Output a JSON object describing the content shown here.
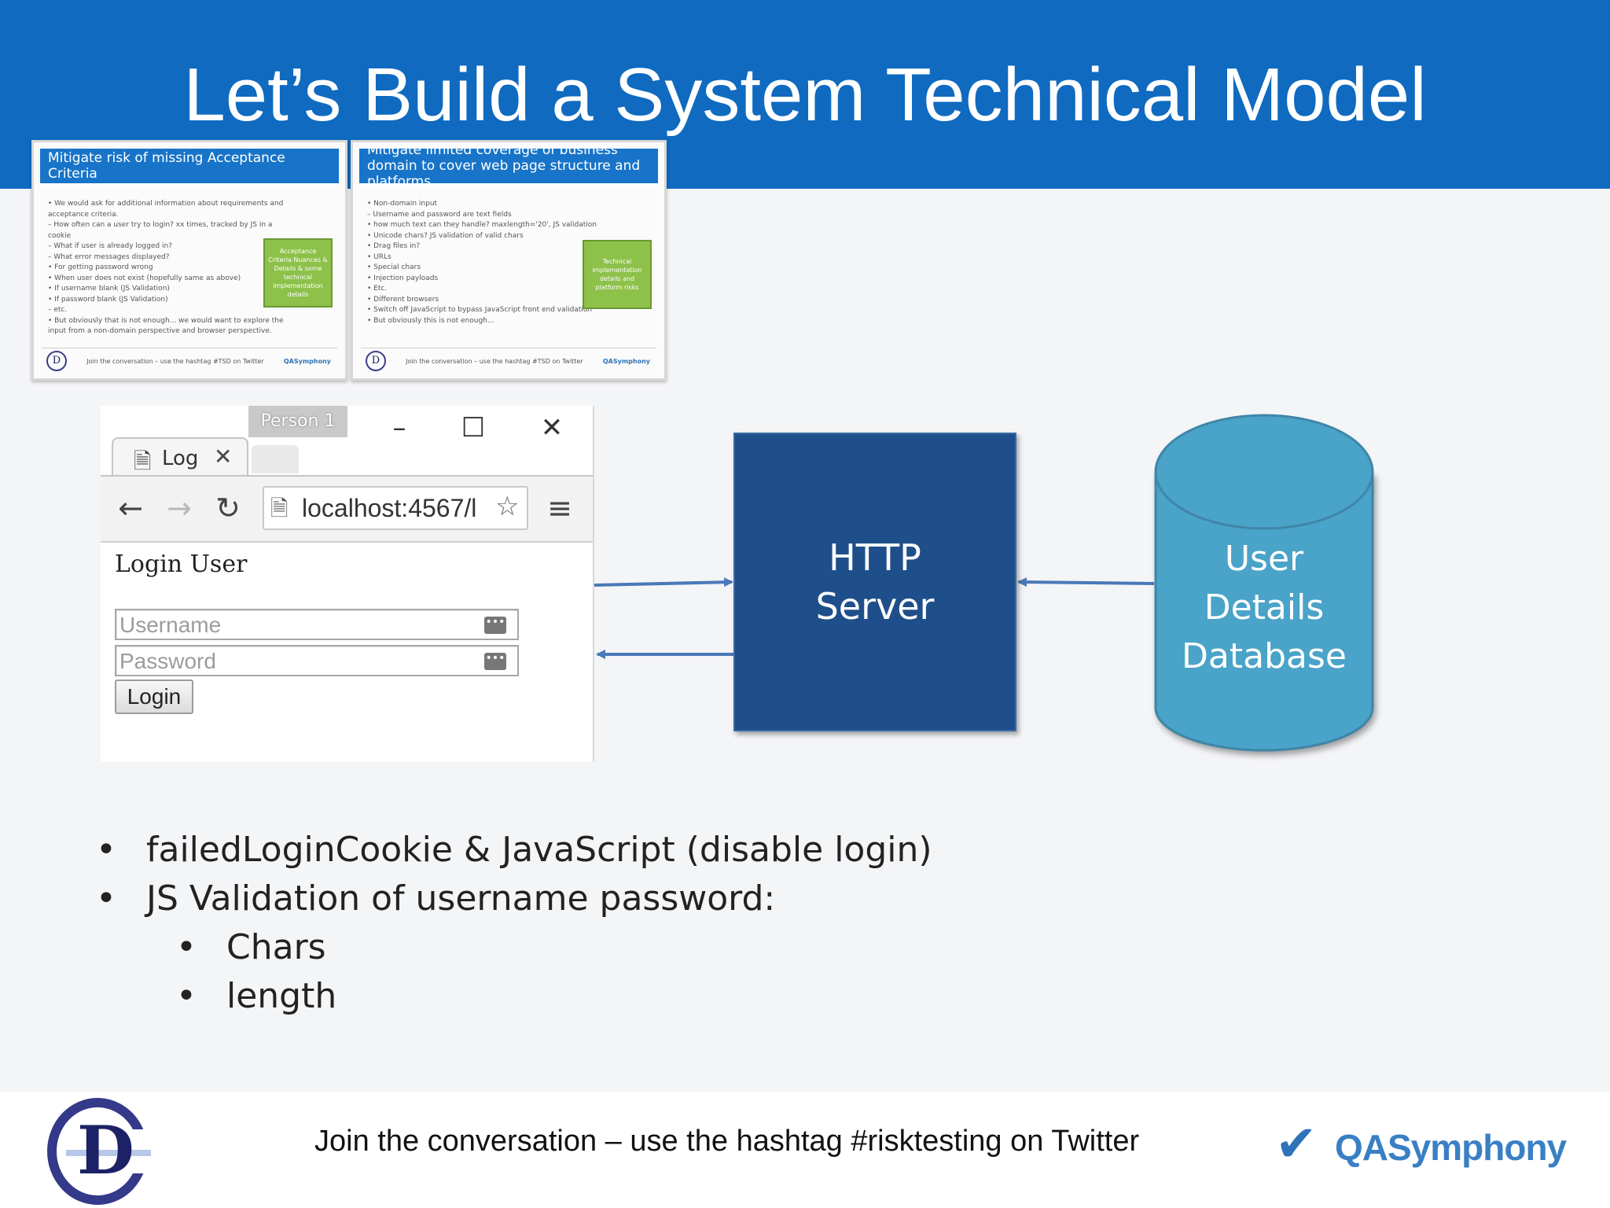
{
  "slide": {
    "title": "Let’s Build a System Technical Model"
  },
  "thumb1": {
    "header": "Mitigate risk of missing Acceptance Criteria",
    "lines": [
      "•  We would ask for additional information about requirements and",
      "    acceptance criteria.",
      "      –  How often can a user try to login? xx times, tracked by JS in a",
      "         cookie",
      "      –  What if user is already logged in?",
      "      –  What error messages displayed?",
      "            •  For getting password wrong",
      "            •  When user does not exist (hopefully same as above)",
      "            •  If username blank (JS Validation)",
      "            •  If password blank (JS Validation)",
      "      –  etc.",
      "•  But obviously that is not enough... we would want to explore the",
      "    input from a non-domain perspective and browser perspective."
    ],
    "green_text": "Acceptance Criteria Nuances & Details & some technical implementation details",
    "footer_text": "Join the conversation – use the hashtag #TSD on Twitter",
    "footer_logo": "QASymphony"
  },
  "thumb2": {
    "header": "Mitigate limited coverage of business domain to cover web page structure and platforms",
    "lines": [
      "•  Non-domain input",
      "      –  Username and password are text fields",
      "            •  how much text can they handle? maxlength='20', JS validation",
      "            •  Unicode chars? JS validation of valid chars",
      "            •  Drag files in?",
      "            •  URLs",
      "            •  Special chars",
      "            •  Injection payloads",
      "            •  Etc.",
      "•  Different browsers",
      "•  Switch off JavaScript to bypass JavaScript front end validation",
      "•  But obviously this is not enough..."
    ],
    "green_text": "Technical implementation details and platform risks",
    "footer_text": "Join the conversation – use the hashtag #TSD on Twitter",
    "footer_logo": "QASymphony"
  },
  "browser": {
    "profile_label": "Person 1",
    "tab_label": "Log",
    "url": "localhost:4567/l",
    "page_heading": "Login User",
    "username_placeholder": "Username",
    "password_placeholder": "Password",
    "login_button": "Login"
  },
  "diagram": {
    "http_server_lines": [
      "HTTP",
      "Server"
    ],
    "db_lines": [
      "User",
      "Details",
      "Database"
    ],
    "colors": {
      "server": "#1f4f8a",
      "database": "#4aa3c8",
      "arrow": "#4a79b8"
    }
  },
  "bullets": {
    "items": [
      "failedLoginCookie & JavaScript (disable login)",
      "JS Validation of username password:"
    ],
    "sub_items": [
      "Chars",
      "length"
    ]
  },
  "footer": {
    "text": "Join the conversation – use the hashtag #risktesting on Twitter",
    "logo_left": "D",
    "logo_right": "QASymphony"
  }
}
